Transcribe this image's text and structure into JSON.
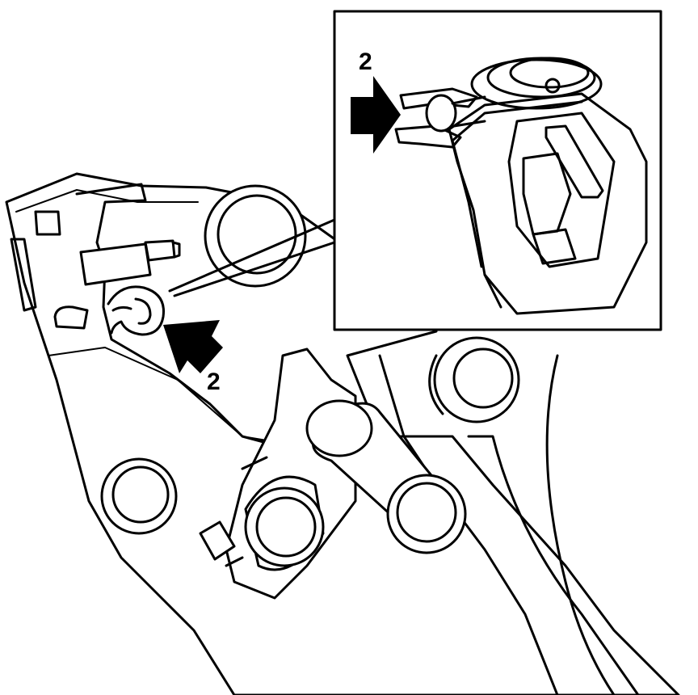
{
  "figure": {
    "callouts": [
      {
        "id": "main",
        "label": "2"
      },
      {
        "id": "inset",
        "label": "2"
      }
    ],
    "colors": {
      "stroke": "#000000",
      "background": "#ffffff"
    }
  }
}
